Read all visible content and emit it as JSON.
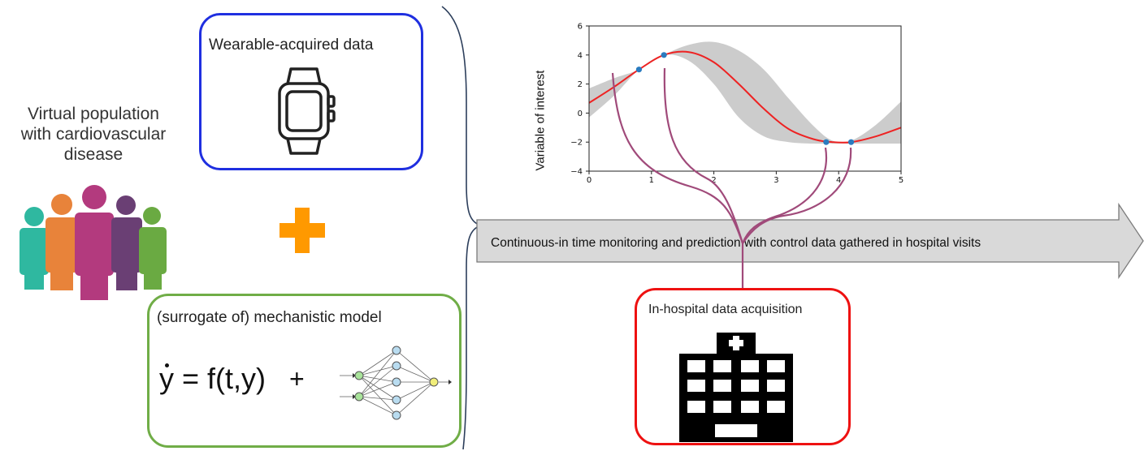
{
  "population": {
    "title": "Virtual population\nwith cardiovascular\ndisease",
    "person_colors": [
      "#2fb8a0",
      "#e8833a",
      "#b33a7e",
      "#6a3f74",
      "#6aaa42"
    ]
  },
  "wearable_box": {
    "label": "Wearable-acquired data",
    "icon": "smartwatch-icon",
    "border_color": "#1f2fe0"
  },
  "plus_sign": {
    "color": "#ff9900"
  },
  "model_box": {
    "label": "(surrogate of) mechanistic model",
    "equation": "y = f(t,y)",
    "plus": "+",
    "icon": "neural-network-icon",
    "border_color": "#70ad47"
  },
  "hospital_box": {
    "label": "In-hospital data acquisition",
    "icon": "hospital-building-icon",
    "border_color": "#ee1111"
  },
  "timeline_arrow": {
    "label": "Continuous-in time monitoring and prediction with control data gathered in hospital visits"
  },
  "chart_data": {
    "type": "line",
    "ylabel": "Variable of interest",
    "xlim": [
      0,
      5
    ],
    "ylim": [
      -4,
      6
    ],
    "x_ticks": [
      0,
      1,
      2,
      3,
      4,
      5
    ],
    "y_ticks": [
      -4,
      -2,
      0,
      2,
      4,
      6
    ],
    "series": [
      {
        "x": [
          0,
          0.4,
          0.8,
          1.2,
          1.6,
          2.0,
          2.4,
          2.8,
          3.2,
          3.6,
          3.9,
          4.2,
          4.6,
          5.0
        ],
        "values": [
          0.7,
          1.8,
          3.0,
          4.0,
          4.2,
          3.5,
          2.0,
          0.3,
          -1.1,
          -1.8,
          -2.0,
          -2.0,
          -1.6,
          -1.0
        ],
        "color": "#ee2222"
      }
    ],
    "band": {
      "x": [
        0,
        0.4,
        0.8,
        1.2,
        1.6,
        2.0,
        2.4,
        2.8,
        3.2,
        3.6,
        3.9,
        4.2,
        4.6,
        5.0
      ],
      "upper": [
        1.7,
        2.4,
        3.0,
        4.0,
        4.7,
        4.9,
        4.3,
        3.0,
        1.0,
        -0.9,
        -1.9,
        -1.9,
        -0.8,
        0.8
      ],
      "lower": [
        -0.3,
        1.2,
        3.0,
        4.0,
        3.6,
        2.0,
        -0.3,
        -1.6,
        -2.0,
        -2.1,
        -2.1,
        -2.1,
        -2.1,
        -2.1
      ],
      "color": "#cccccc"
    },
    "observations": {
      "x": [
        0.8,
        1.2,
        3.8,
        4.2
      ],
      "y": [
        3.0,
        4.0,
        -2.0,
        -2.0
      ],
      "color": "#2a7bbf"
    }
  }
}
